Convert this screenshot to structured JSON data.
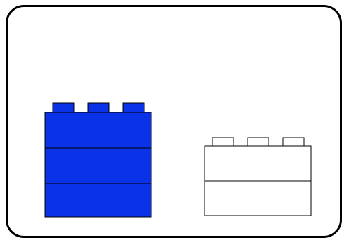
{
  "figure": {
    "stroke_color": "#000000",
    "background_color": "#ffffff"
  },
  "stacks": [
    {
      "id": "blue-stack",
      "fill": "#0a32e6",
      "brick_count": 3,
      "studs_per_brick": 3
    },
    {
      "id": "white-stack",
      "fill": "#ffffff",
      "brick_count": 2,
      "studs_per_brick": 3
    }
  ]
}
